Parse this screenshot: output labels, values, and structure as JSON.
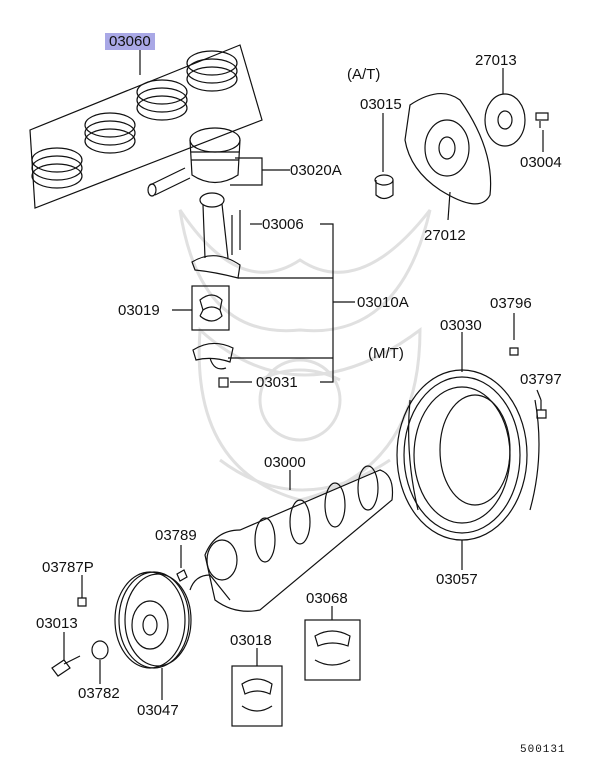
{
  "labels": {
    "rings": "03060",
    "piston": "03020A",
    "conrod_bolt": "03006",
    "conrod_bearing": "03019",
    "conrod_assy": "03010A",
    "conrod_nut": "03031",
    "at_note": "(A/T)",
    "mt_note": "(M/T)",
    "spacer": "03015",
    "plate": "27013",
    "dp_bolt": "03004",
    "drive_plate": "27012",
    "pin": "03796",
    "ring_gear": "03030",
    "fw_bolt": "03797",
    "crankshaft": "03000",
    "flywheel": "03057",
    "key": "03789",
    "pulley_bolt_small": "03787P",
    "pulley_bolt": "03013",
    "washer": "03782",
    "pulley": "03047",
    "bearing_upper": "03018",
    "bearing_main": "03068"
  },
  "figure_no": "500131",
  "colors": {
    "highlight": "#a9a8e6",
    "line": "#111111",
    "watermark": "#d9d9d9"
  }
}
